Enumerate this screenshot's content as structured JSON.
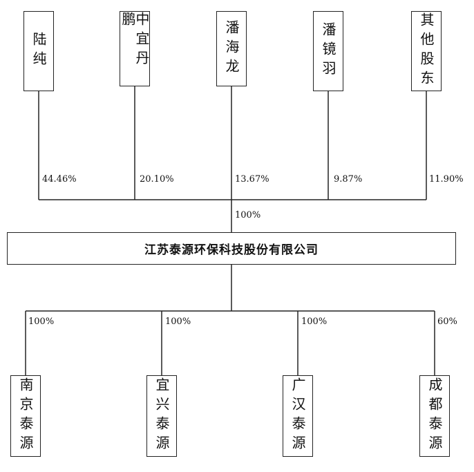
{
  "shareholders": [
    {
      "name": "陆纯",
      "pct": "44.46%"
    },
    {
      "name": "中宜丹鹏",
      "pct": "20.10%"
    },
    {
      "name": "潘海龙",
      "pct": "13.67%"
    },
    {
      "name": "潘镜羽",
      "pct": "9.87%"
    },
    {
      "name": "其他股东",
      "pct": "11.90%"
    }
  ],
  "company": {
    "name": "江苏泰源环保科技股份有限公司",
    "ownership": "100%"
  },
  "subsidiaries": [
    {
      "name": "南京泰源",
      "pct": "100%"
    },
    {
      "name": "宜兴泰源",
      "pct": "100%"
    },
    {
      "name": "广汉泰源",
      "pct": "100%"
    },
    {
      "name": "成都泰源",
      "pct": "60%"
    }
  ]
}
